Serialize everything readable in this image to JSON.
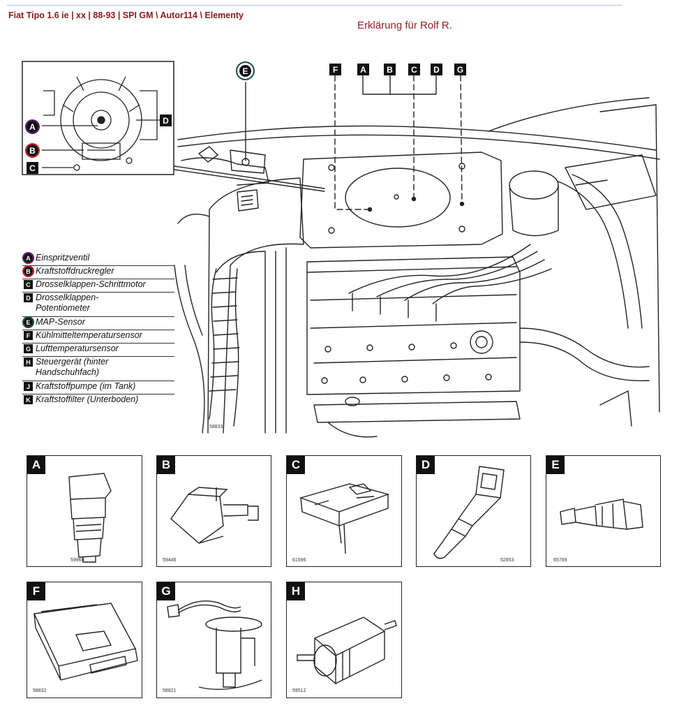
{
  "header": {
    "title": "Fiat Tipo 1.6 ie | xx | 88-93 | SPI GM \\ Autor114 \\ Elementy",
    "note": "Erklärung für Rolf R."
  },
  "legend": [
    {
      "key": "A",
      "label": "Einspritzventil"
    },
    {
      "key": "B",
      "label": "Kraftstoffdruckregler"
    },
    {
      "key": "C",
      "label": "Drosselklappen-Schrittmotor"
    },
    {
      "key": "D",
      "label": "Drosselklappen-Potentiometer"
    },
    {
      "key": "E",
      "label": "MAP-Sensor"
    },
    {
      "key": "F",
      "label": "Kühlmitteltemperatursensor"
    },
    {
      "key": "G",
      "label": "Lufttemperatursensor"
    },
    {
      "key": "H",
      "label": "Steuergerät (hinter Handschuhfach)"
    },
    {
      "key": "J",
      "label": "Kraftstoffpumpe (im Tank)"
    },
    {
      "key": "K",
      "label": "Kraftstoffilter (Unterboden)"
    }
  ],
  "callouts": {
    "top": [
      "F",
      "A",
      "B",
      "C",
      "D",
      "G"
    ],
    "e_marker": "E",
    "inset": [
      "A",
      "B",
      "C",
      "D"
    ]
  },
  "main_code": "58833",
  "panels": [
    {
      "key": "A",
      "code": "59960"
    },
    {
      "key": "B",
      "code": "59446"
    },
    {
      "key": "C",
      "code": "61596"
    },
    {
      "key": "D",
      "code": "52853"
    },
    {
      "key": "E",
      "code": "65789"
    },
    {
      "key": "F",
      "code": "58832"
    },
    {
      "key": "G",
      "code": "58821"
    },
    {
      "key": "H",
      "code": "59512"
    }
  ],
  "colors": {
    "header_text": "#8b1a1a",
    "note_text": "#9b1d2a",
    "ring_A": "#5a1a6e",
    "ring_B": "#c02020",
    "ring_E": "#1e4a4a",
    "line_art": "#222222"
  }
}
